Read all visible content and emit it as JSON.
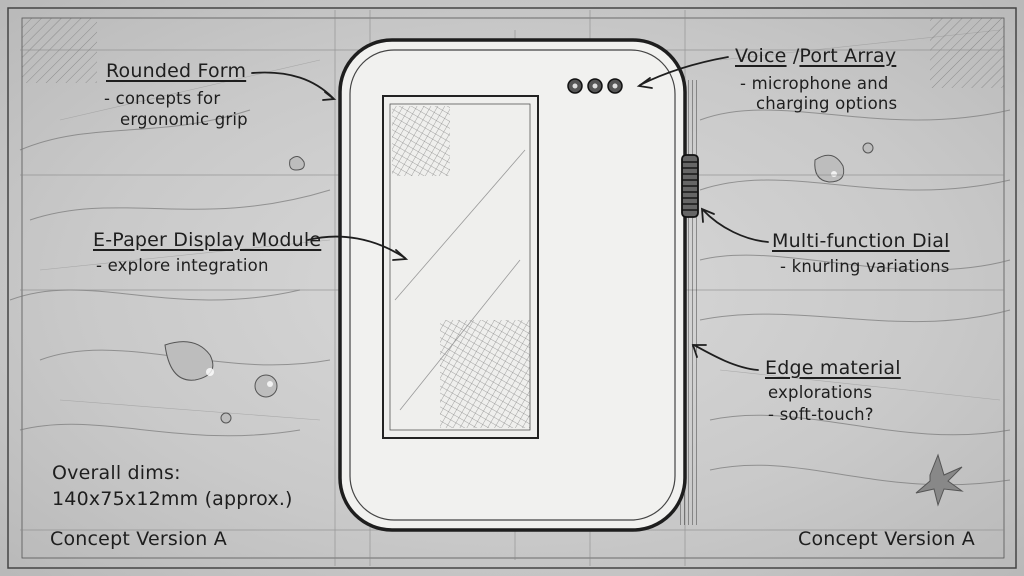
{
  "callouts": {
    "rounded_form": {
      "title": "Rounded Form",
      "line1": "- concepts for",
      "line2": "ergonomic grip"
    },
    "voice_port": {
      "title_a": "Voice",
      "title_sep": "/",
      "title_b": "Port Array",
      "line1": "- microphone and",
      "line2": "charging options"
    },
    "epaper": {
      "title": "E-Paper Display Module",
      "line1": "- explore integration"
    },
    "dial": {
      "title": "Multi-function Dial",
      "line1": "- knurling variations"
    },
    "edge": {
      "title": "Edge material",
      "line1": "explorations",
      "line2": "- soft-touch?"
    }
  },
  "dims": {
    "line1": "Overall dims:",
    "line2": "140x75x12mm (approx.)"
  },
  "version_left": "Concept Version A",
  "version_right": "Concept Version A",
  "colors": {
    "ink": "#1e1e1e",
    "paper": "#f1f1ef",
    "background": "#cfcfcf"
  }
}
